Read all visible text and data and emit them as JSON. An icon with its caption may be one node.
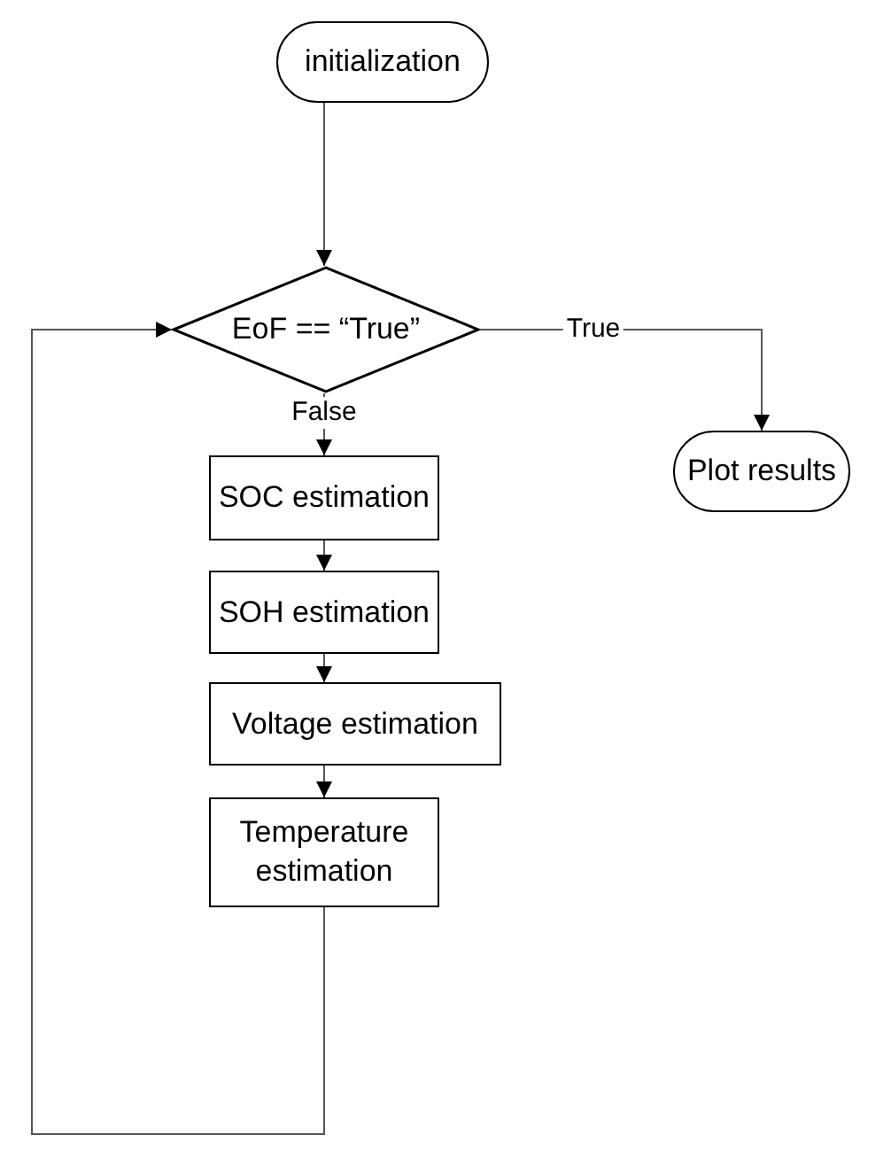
{
  "diagram": {
    "nodes": [
      {
        "text": [
          "initialization"
        ]
      },
      {
        "text": [
          "EoF == “True”"
        ]
      },
      {
        "text": [
          "Plot results"
        ]
      },
      {
        "text": [
          "SOC estimation"
        ]
      },
      {
        "text": [
          "SOH estimation"
        ]
      },
      {
        "text": [
          "Voltage estimation"
        ]
      },
      {
        "text": [
          "Temperature estimation"
        ]
      }
    ],
    "edges": [
      {
        "from": 0,
        "to": 1,
        "arrow": "to"
      },
      {
        "from": 1,
        "to": 2,
        "arrow": "to",
        "label": "True"
      },
      {
        "from": 1,
        "to": 3,
        "arrow": "to",
        "label": "False"
      },
      {
        "from": 3,
        "to": 4,
        "arrow": "to"
      },
      {
        "from": 4,
        "to": 5,
        "arrow": "to"
      },
      {
        "from": 5,
        "to": 6,
        "arrow": "to"
      },
      {
        "from": 6,
        "to": 1,
        "arrow": "to"
      }
    ]
  }
}
